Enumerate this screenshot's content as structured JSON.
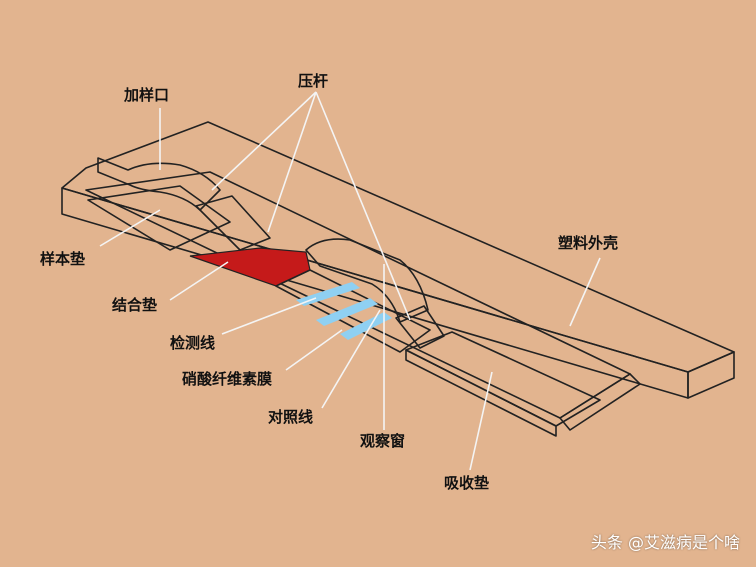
{
  "labels": {
    "sample_port": "加样口",
    "press_bar": "压杆",
    "sample_pad": "样本垫",
    "conjugate_pad": "结合垫",
    "test_line": "检测线",
    "nitrocellulose": "硝酸纤维素膜",
    "control_line": "对照线",
    "observation_window": "观察窗",
    "plastic_shell": "塑料外壳",
    "absorbent_pad": "吸收垫"
  },
  "watermark": "头条 @艾滋病是个啥",
  "colors": {
    "background": "#e2b48f",
    "casing": "#ffffff",
    "conjugate_pad": "#c51a1a",
    "lines": "#8fd0f2"
  }
}
